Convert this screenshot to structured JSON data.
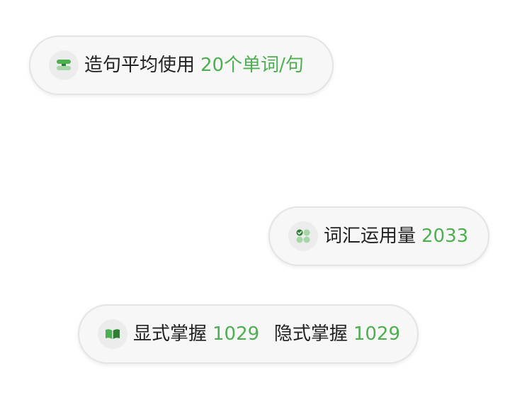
{
  "colors": {
    "accent": "#4caf50",
    "text": "#222222",
    "pill_bg": "#f7f7f7",
    "pill_border": "#e4e4e4",
    "icon_bg": "#ececec"
  },
  "stats": {
    "sentence": {
      "icon": "layers-icon",
      "label": "造句平均使用",
      "value": "20个单词/句"
    },
    "vocab": {
      "icon": "grid-check-icon",
      "label": "词汇运用量",
      "value": "2033"
    },
    "mastery": {
      "icon": "open-book-icon",
      "explicit_label": "显式掌握",
      "explicit_value": "1029",
      "implicit_label": "隐式掌握",
      "implicit_value": "1029"
    }
  }
}
